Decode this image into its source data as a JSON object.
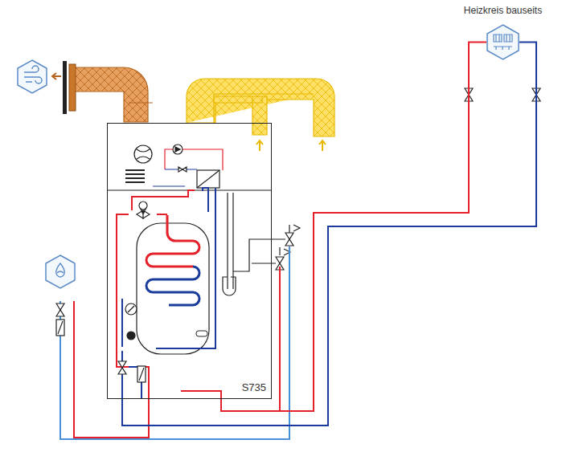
{
  "diagram": {
    "nodes": [
      {
        "text": [
          "S735"
        ]
      },
      {
        "text": [
          "Heizkreis bauseits"
        ]
      }
    ],
    "edges": [
      {
        "from": 0,
        "to": 1,
        "arrow": "none"
      },
      {
        "from": 1,
        "to": 0,
        "arrow": "none"
      }
    ]
  }
}
